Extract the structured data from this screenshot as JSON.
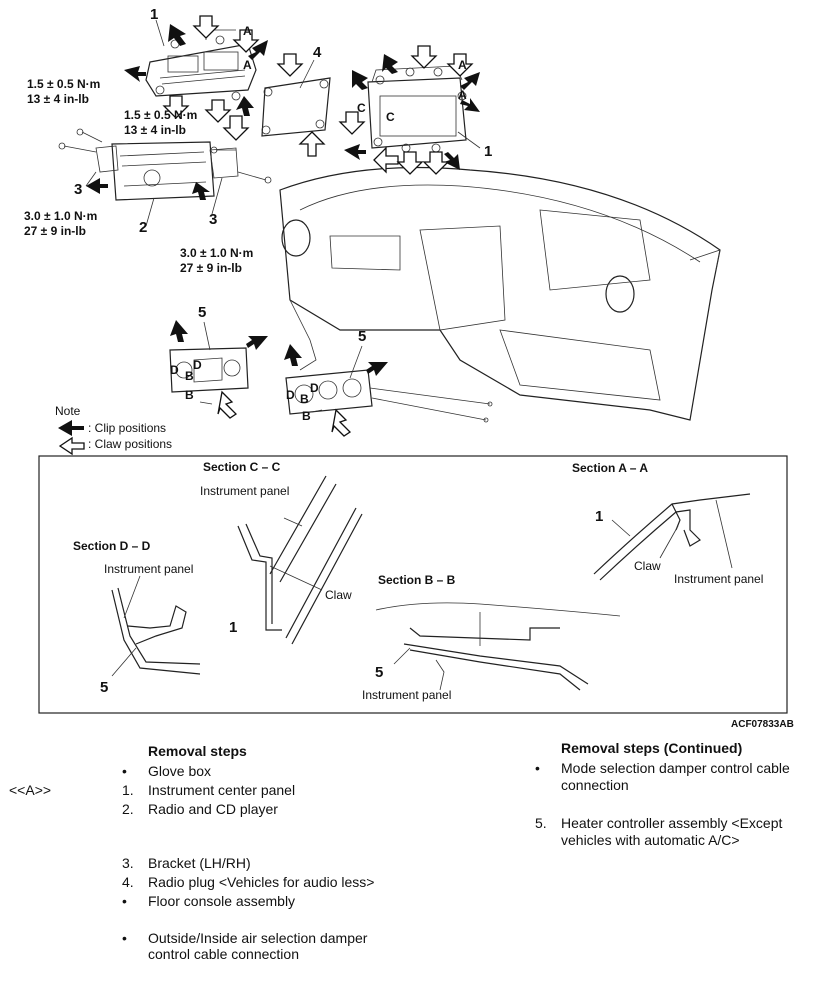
{
  "diagram": {
    "part_numbers": {
      "p1_top_left": "1",
      "p1_right": "1",
      "p2": "2",
      "p3_left": "3",
      "p3_right": "3",
      "p4": "4",
      "p5_left": "5",
      "p5_right": "5"
    },
    "section_markers": {
      "a_top": "A",
      "a_mid": "A",
      "a_right_top": "A",
      "a_right_mid": "A",
      "c_left": "C",
      "c_inner": "C",
      "d1": "D",
      "d2": "D",
      "b1": "B",
      "b2": "B",
      "d3": "D",
      "d4": "D",
      "b3": "B",
      "b4": "B"
    },
    "torques": {
      "t1_line1": "1.5 ± 0.5 N·m",
      "t1_line2": "13 ± 4 in-lb",
      "t2_line1": "1.5 ± 0.5 N·m",
      "t2_line2": "13 ± 4 in-lb",
      "t3_line1": "3.0 ± 1.0 N·m",
      "t3_line2": "27 ± 9 in-lb",
      "t4_line1": "3.0 ± 1.0 N·m",
      "t4_line2": "27 ± 9 in-lb"
    },
    "note": {
      "title": "Note",
      "clip": ": Clip positions",
      "claw": ": Claw positions"
    },
    "sections": {
      "cc": {
        "title": "Section C – C",
        "panel": "Instrument panel",
        "claw": "Claw",
        "part": "1"
      },
      "aa": {
        "title": "Section A – A",
        "panel": "Instrument panel",
        "claw": "Claw",
        "part": "1"
      },
      "dd": {
        "title": "Section D – D",
        "panel": "Instrument panel",
        "part": "5"
      },
      "bb": {
        "title": "Section B – B",
        "panel": "Instrument panel",
        "part": "5"
      }
    },
    "figure_code": "ACF07833AB"
  },
  "removal": {
    "title": "Removal steps",
    "ref_label": "<<A>>",
    "steps": [
      {
        "marker": "•",
        "text": "Glove box"
      },
      {
        "marker": "1.",
        "text": "Instrument center panel"
      },
      {
        "marker": "2.",
        "text": "Radio and CD player"
      },
      {
        "marker": "3.",
        "text": "Bracket (LH/RH)"
      },
      {
        "marker": "4.",
        "text": "Radio plug <Vehicles for audio less>"
      },
      {
        "marker": "•",
        "text": "Floor console assembly"
      },
      {
        "marker": "•",
        "text": "Outside/Inside air selection damper"
      },
      {
        "marker": "",
        "text": "control cable connection"
      }
    ]
  },
  "removal_cont": {
    "title": "Removal steps (Continued)",
    "steps": [
      {
        "marker": "•",
        "text": "Mode selection damper control cable"
      },
      {
        "marker": "",
        "text": "connection"
      },
      {
        "marker": "5.",
        "text": "Heater controller assembly <Except"
      },
      {
        "marker": "",
        "text": "vehicles with automatic A/C>"
      }
    ]
  }
}
